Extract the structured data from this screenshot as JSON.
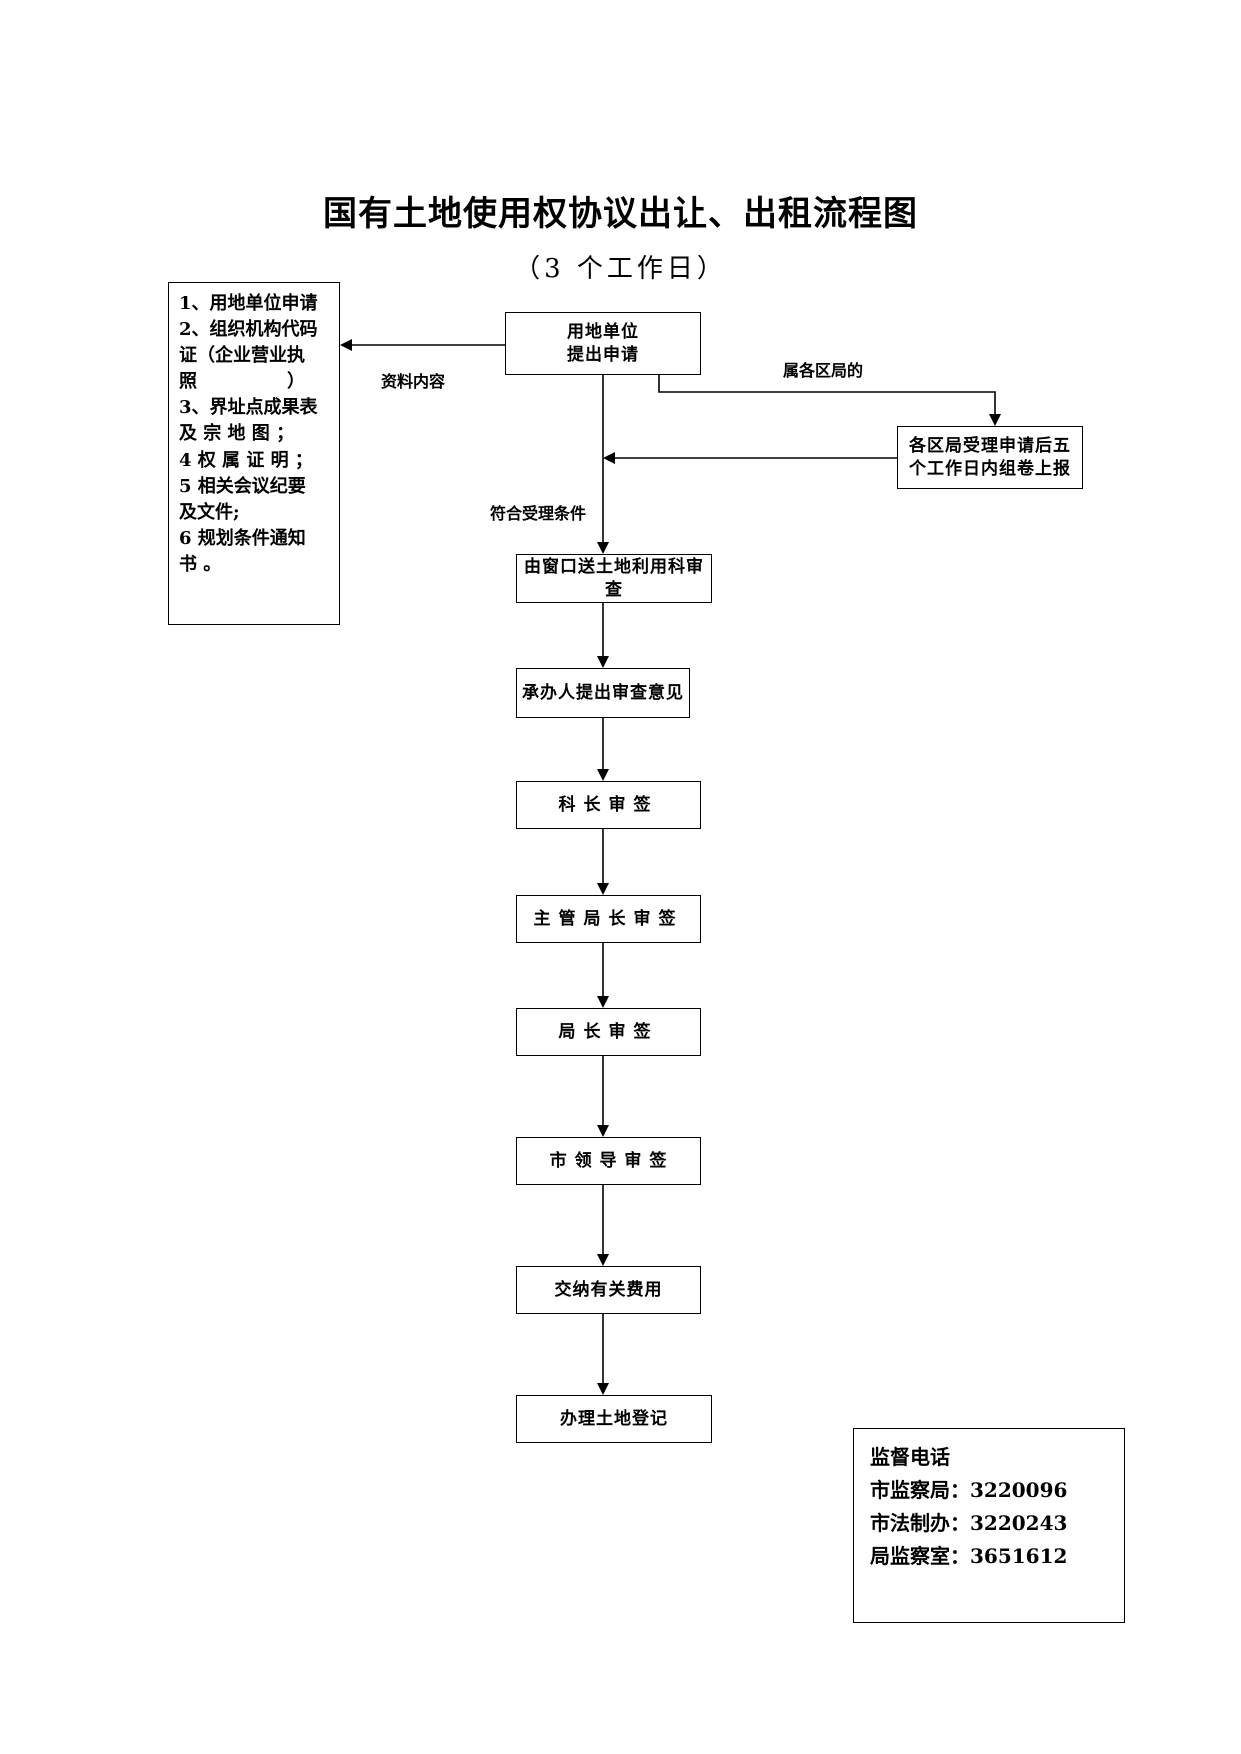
{
  "title": "国有土地使用权协议出让、出租流程图",
  "subtitle": "（3 个工作日）",
  "materials": {
    "lines": [
      "1、用地单位申请",
      "2、组织机构代码",
      "证（企业营业执",
      "照　　　　　）",
      "3、界址点成果表",
      "及 宗 地 图 ；",
      "4 权 属 证 明 ；",
      "5 相关会议纪要",
      "及文件;",
      "6 规划条件通知",
      "书 。"
    ]
  },
  "labels": {
    "materials_content": "资料内容",
    "district": "属各区局的",
    "eligible": "符合受理条件"
  },
  "nodes": {
    "apply_line1": "用地单位",
    "apply_line2": "提出申请",
    "district_line1": "各区局受理申请后五",
    "district_line2": "个工作日内组卷上报",
    "window": "由窗口送土地利用科审查",
    "handler": "承办人提出审查意见",
    "section_chief": "科长审签",
    "deputy_director": "主管局长审签",
    "director": "局长审签",
    "city_leader": "市 领 导 审 签",
    "pay_fees": "交纳有关费用",
    "register": "办理土地登记"
  },
  "supervision": {
    "title": "监督电话",
    "lines": [
      "市监察局：3220096",
      "市法制办：3220243",
      "局监察室：3651612"
    ]
  }
}
